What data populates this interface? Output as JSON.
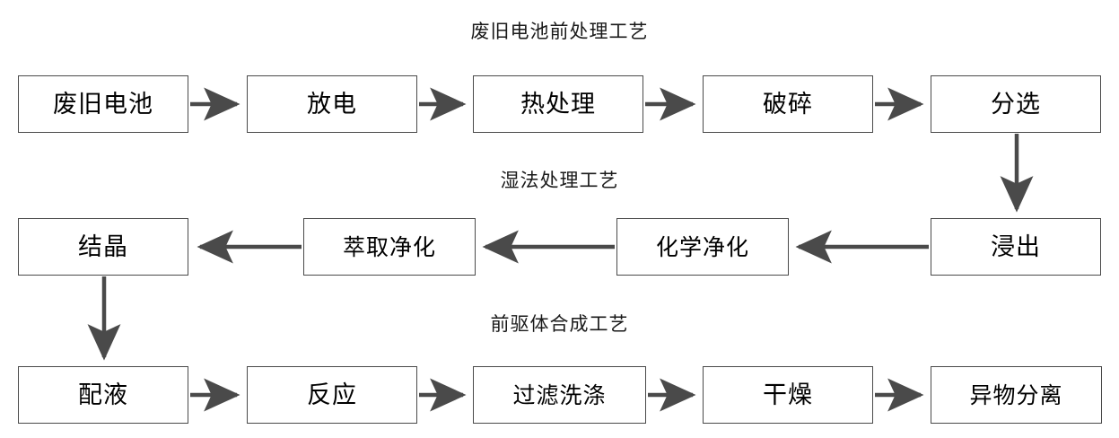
{
  "diagram": {
    "title_color": "#1a1a1a",
    "line_color": "#4a4a4a",
    "box_border_color": "#4a4a4a",
    "background": "#ffffff",
    "sections": [
      {
        "id": "pretreatment",
        "title": "废旧电池前处理工艺",
        "flow_direction": "left-to-right",
        "nodes": [
          {
            "label": "废旧电池"
          },
          {
            "label": "放电"
          },
          {
            "label": "热处理"
          },
          {
            "label": "破碎"
          },
          {
            "label": "分选"
          }
        ]
      },
      {
        "id": "hydrometallurgy",
        "title": "湿法处理工艺",
        "flow_direction": "right-to-left",
        "nodes": [
          {
            "label": "结晶"
          },
          {
            "label": "萃取净化"
          },
          {
            "label": "化学净化"
          },
          {
            "label": "浸出"
          }
        ]
      },
      {
        "id": "precursor-synthesis",
        "title": "前驱体合成工艺",
        "flow_direction": "left-to-right",
        "nodes": [
          {
            "label": "配液"
          },
          {
            "label": "反应"
          },
          {
            "label": "过滤洗涤"
          },
          {
            "label": "干燥"
          },
          {
            "label": "异物分离"
          }
        ]
      }
    ],
    "connectors": [
      {
        "from": "废旧电池",
        "to": "放电",
        "orientation": "horizontal",
        "direction": "right"
      },
      {
        "from": "放电",
        "to": "热处理",
        "orientation": "horizontal",
        "direction": "right"
      },
      {
        "from": "热处理",
        "to": "破碎",
        "orientation": "horizontal",
        "direction": "right"
      },
      {
        "from": "破碎",
        "to": "分选",
        "orientation": "horizontal",
        "direction": "right"
      },
      {
        "from": "分选",
        "to": "浸出",
        "orientation": "vertical",
        "direction": "down"
      },
      {
        "from": "浸出",
        "to": "化学净化",
        "orientation": "horizontal",
        "direction": "left"
      },
      {
        "from": "化学净化",
        "to": "萃取净化",
        "orientation": "horizontal",
        "direction": "left"
      },
      {
        "from": "萃取净化",
        "to": "结晶",
        "orientation": "horizontal",
        "direction": "left"
      },
      {
        "from": "结晶",
        "to": "配液",
        "orientation": "vertical",
        "direction": "down"
      },
      {
        "from": "配液",
        "to": "反应",
        "orientation": "horizontal",
        "direction": "right"
      },
      {
        "from": "反应",
        "to": "过滤洗涤",
        "orientation": "horizontal",
        "direction": "right"
      },
      {
        "from": "过滤洗涤",
        "to": "干燥",
        "orientation": "horizontal",
        "direction": "right"
      },
      {
        "from": "干燥",
        "to": "异物分离",
        "orientation": "horizontal",
        "direction": "right"
      }
    ]
  }
}
